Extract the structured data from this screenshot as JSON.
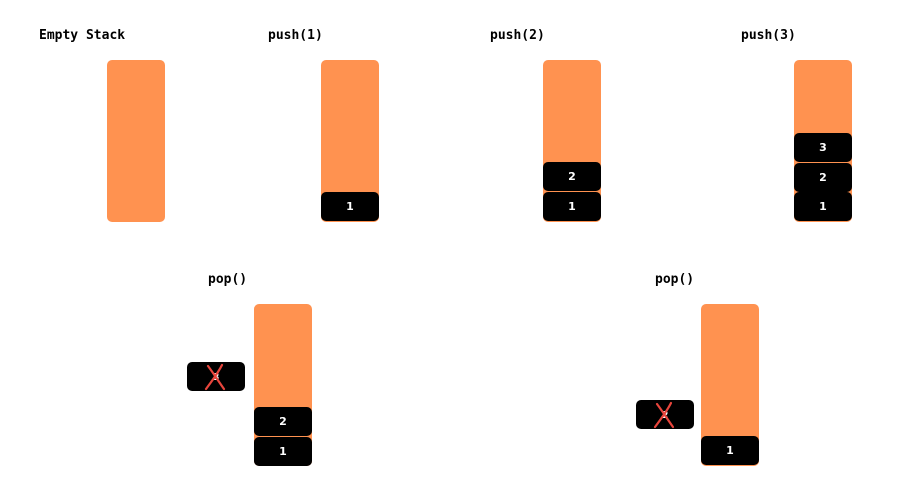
{
  "colors": {
    "stack": "#ff9250",
    "block": "#000000",
    "cross": "#e8453c"
  },
  "frames": [
    {
      "label": "Empty Stack",
      "blocks": []
    },
    {
      "label": "push(1)",
      "blocks": [
        "1"
      ]
    },
    {
      "label": "push(2)",
      "blocks": [
        "1",
        "2"
      ]
    },
    {
      "label": "push(3)",
      "blocks": [
        "1",
        "2",
        "3"
      ]
    },
    {
      "label": "pop()",
      "blocks": [
        "1",
        "2"
      ],
      "popped": "3"
    },
    {
      "label": "pop()",
      "blocks": [
        "1"
      ],
      "popped": "2"
    }
  ]
}
